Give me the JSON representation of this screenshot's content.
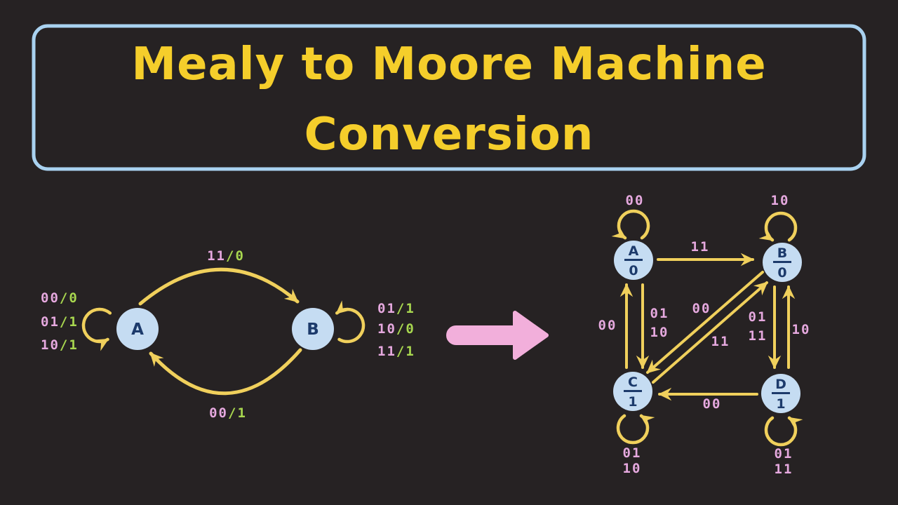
{
  "title": {
    "line1": "Mealy to Moore Machine",
    "line2": "Conversion"
  },
  "colors": {
    "background": "#262223",
    "title_text": "#F5CE2B",
    "title_border": "#A9D2F0",
    "edge_yellow": "#F0D05C",
    "input_pink": "#E6A9DF",
    "output_green": "#A8D74F",
    "state_fill": "#C5DCF2",
    "state_text": "#1C3A6B",
    "arrow_pink": "#F2AFDB"
  },
  "mealy": {
    "state_a": "A",
    "state_b": "B",
    "edge_a_to_b": {
      "in": "11",
      "out": "/0"
    },
    "edge_b_to_a": {
      "in": "00",
      "out": "/1"
    },
    "loop_a_labels": [
      {
        "in": "00",
        "out": "/0"
      },
      {
        "in": "01",
        "out": "/1"
      },
      {
        "in": "10",
        "out": "/1"
      }
    ],
    "loop_b_labels": [
      {
        "in": "01",
        "out": "/1"
      },
      {
        "in": "10",
        "out": "/0"
      },
      {
        "in": "11",
        "out": "/1"
      }
    ]
  },
  "moore": {
    "state_a": {
      "name": "A",
      "output": "0"
    },
    "state_b": {
      "name": "B",
      "output": "0"
    },
    "state_c": {
      "name": "C",
      "output": "1"
    },
    "state_d": {
      "name": "D",
      "output": "1"
    },
    "loop_a": "00",
    "loop_b": "10",
    "loop_c": [
      "01",
      "10"
    ],
    "loop_d": [
      "01",
      "11"
    ],
    "edge_a_to_b": "11",
    "edge_c_to_a": "00",
    "edge_a_to_c": [
      "01",
      "10"
    ],
    "edge_b_to_c": "00",
    "edge_c_to_b": "11",
    "edge_b_to_d": [
      "01",
      "11"
    ],
    "edge_d_to_b": "10",
    "edge_d_to_c": "00"
  }
}
